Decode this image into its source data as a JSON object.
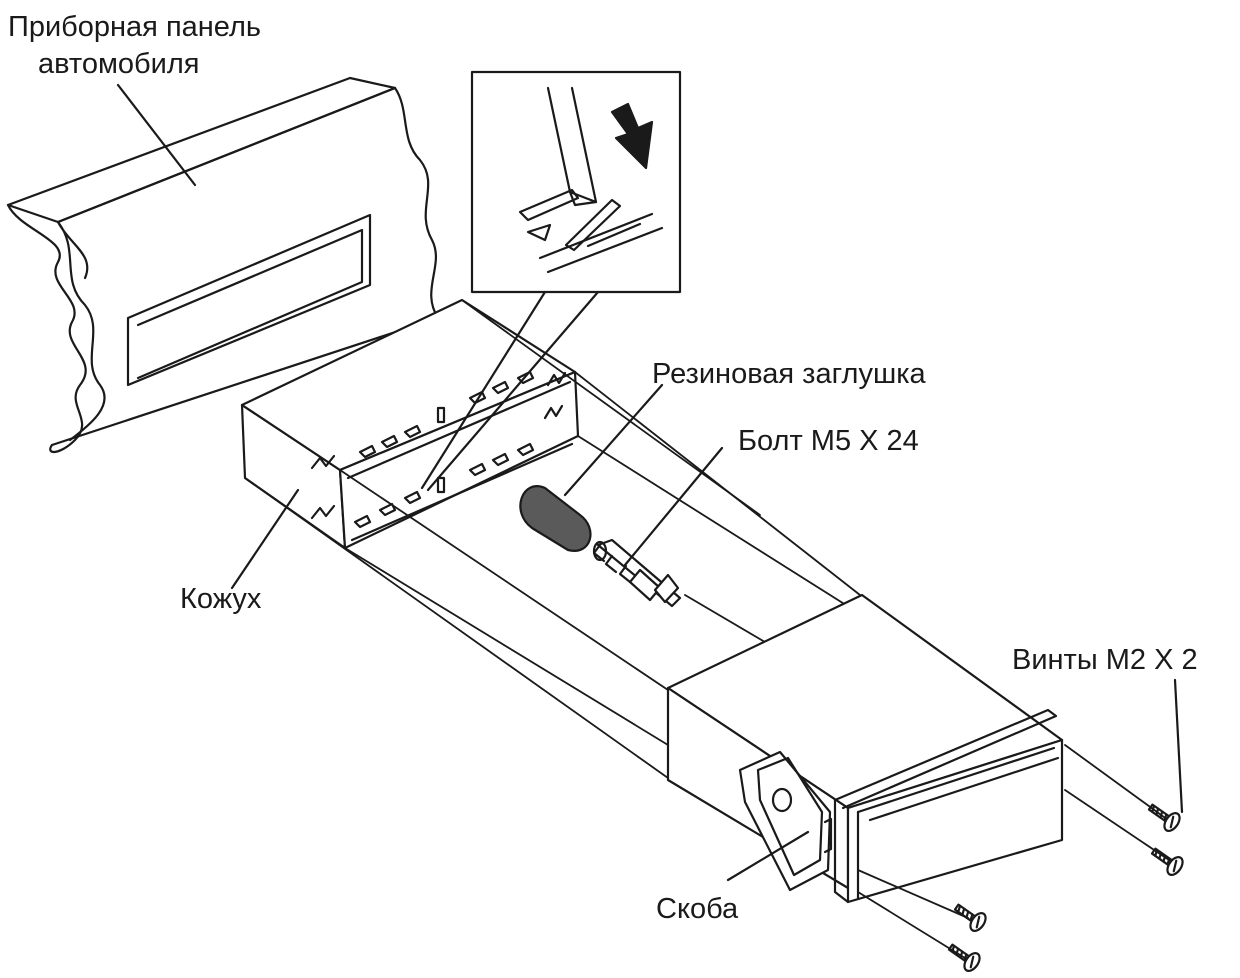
{
  "labels": {
    "dashboard_line1": "Приборная панель",
    "dashboard_line2": "автомобиля",
    "rubber_plug": "Резиновая заглушка",
    "bolt": "Болт M5 X 24",
    "sleeve": "Кожух",
    "screws": "Винты M2 X 2",
    "bracket": "Скоба"
  },
  "colors": {
    "line": "#1a1a1a",
    "plug_fill": "#5a5a5a",
    "background": "#ffffff"
  }
}
